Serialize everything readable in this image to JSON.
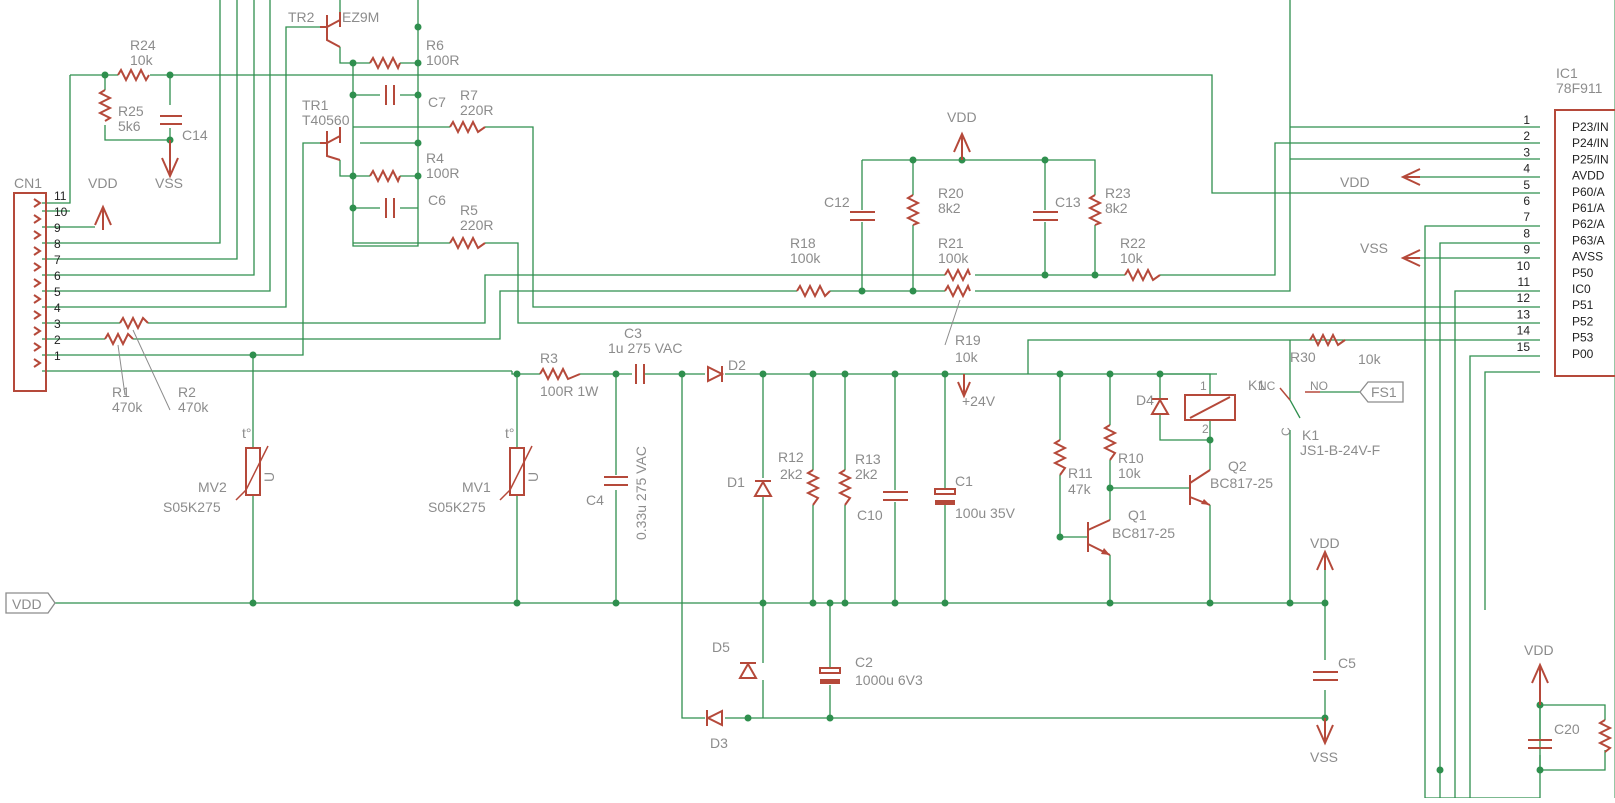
{
  "connector": {
    "name": "CN1",
    "pins": [
      "11",
      "10",
      "9",
      "8",
      "7",
      "6",
      "5",
      "4",
      "3",
      "2",
      "1"
    ]
  },
  "ic": {
    "name": "IC1",
    "part": "78F911",
    "pins": [
      {
        "num": "1",
        "label": "P23/IN"
      },
      {
        "num": "2",
        "label": "P24/IN"
      },
      {
        "num": "3",
        "label": "P25/IN"
      },
      {
        "num": "4",
        "label": "AVDD"
      },
      {
        "num": "5",
        "label": "P60/A"
      },
      {
        "num": "6",
        "label": "P61/A"
      },
      {
        "num": "7",
        "label": "P62/A"
      },
      {
        "num": "8",
        "label": "P63/A"
      },
      {
        "num": "9",
        "label": "AVSS"
      },
      {
        "num": "10",
        "label": "P50"
      },
      {
        "num": "11",
        "label": "IC0"
      },
      {
        "num": "12",
        "label": "P51"
      },
      {
        "num": "13",
        "label": "P52"
      },
      {
        "num": "14",
        "label": "P53"
      },
      {
        "num": "15",
        "label": "P00"
      }
    ]
  },
  "labels": {
    "R24": "R24",
    "R24v": "10k",
    "R25": "R25",
    "R25v": "5k6",
    "C14": "C14",
    "TR2": "TR2",
    "TR2v": "EZ9M",
    "R6": "R6",
    "R6v": "100R",
    "C7": "C7",
    "R7": "R7",
    "R7v": "220R",
    "TR1": "TR1",
    "TR1v": "T40560",
    "R4": "R4",
    "R4v": "100R",
    "C6": "C6",
    "R5": "R5",
    "R5v": "220R",
    "C12": "C12",
    "R20": "R20",
    "R20v": "8k2",
    "C13": "C13",
    "R23": "R23",
    "R23v": "8k2",
    "R18": "R18",
    "R18v": "100k",
    "R21": "R21",
    "R21v": "100k",
    "R22": "R22",
    "R22v": "10k",
    "R19": "R19",
    "R19v": "10k",
    "R30": "R30",
    "R30v": "10k",
    "R1": "R1",
    "R1v": "470k",
    "R2": "R2",
    "R2v": "470k",
    "R3": "R3",
    "R3v": "100R 1W",
    "C3": "C3",
    "C3v": "1u 275 VAC",
    "D2": "D2",
    "MV2": "MV2",
    "MV2v": "S05K275",
    "MV1": "MV1",
    "MV1v": "S05K275",
    "C4": "C4",
    "C4v": "0.33u 275 VAC",
    "D1": "D1",
    "R12": "R12",
    "R12v": "2k2",
    "R13": "R13",
    "R13v": "2k2",
    "C10": "C10",
    "C1": "C1",
    "C1v": "100u 35V",
    "R11": "R11",
    "R11v": "47k",
    "R10": "R10",
    "R10v": "10k",
    "D4": "D4",
    "K1": "K1",
    "K1v": "JS1-B-24V-F",
    "Q1": "Q1",
    "Q1v": "BC817-25",
    "Q2": "Q2",
    "Q2v": "BC817-25",
    "NC": "NC",
    "NO": "NO",
    "C": "C",
    "K1s": "K1",
    "FS1": "FS1",
    "D5": "D5",
    "D3": "D3",
    "C2": "C2",
    "C2v": "1000u 6V3",
    "C5": "C5",
    "C20": "C20",
    "relay1": "1",
    "relay2": "2",
    "mvU": "U",
    "mvT": "t°"
  },
  "power": {
    "VDD": "VDD",
    "VSS": "VSS",
    "P24V": "+24V"
  },
  "colors": {
    "wire": "#2f8f4e",
    "component": "#b5493a",
    "label": "#8c8c8c",
    "background": "#ffffff"
  }
}
